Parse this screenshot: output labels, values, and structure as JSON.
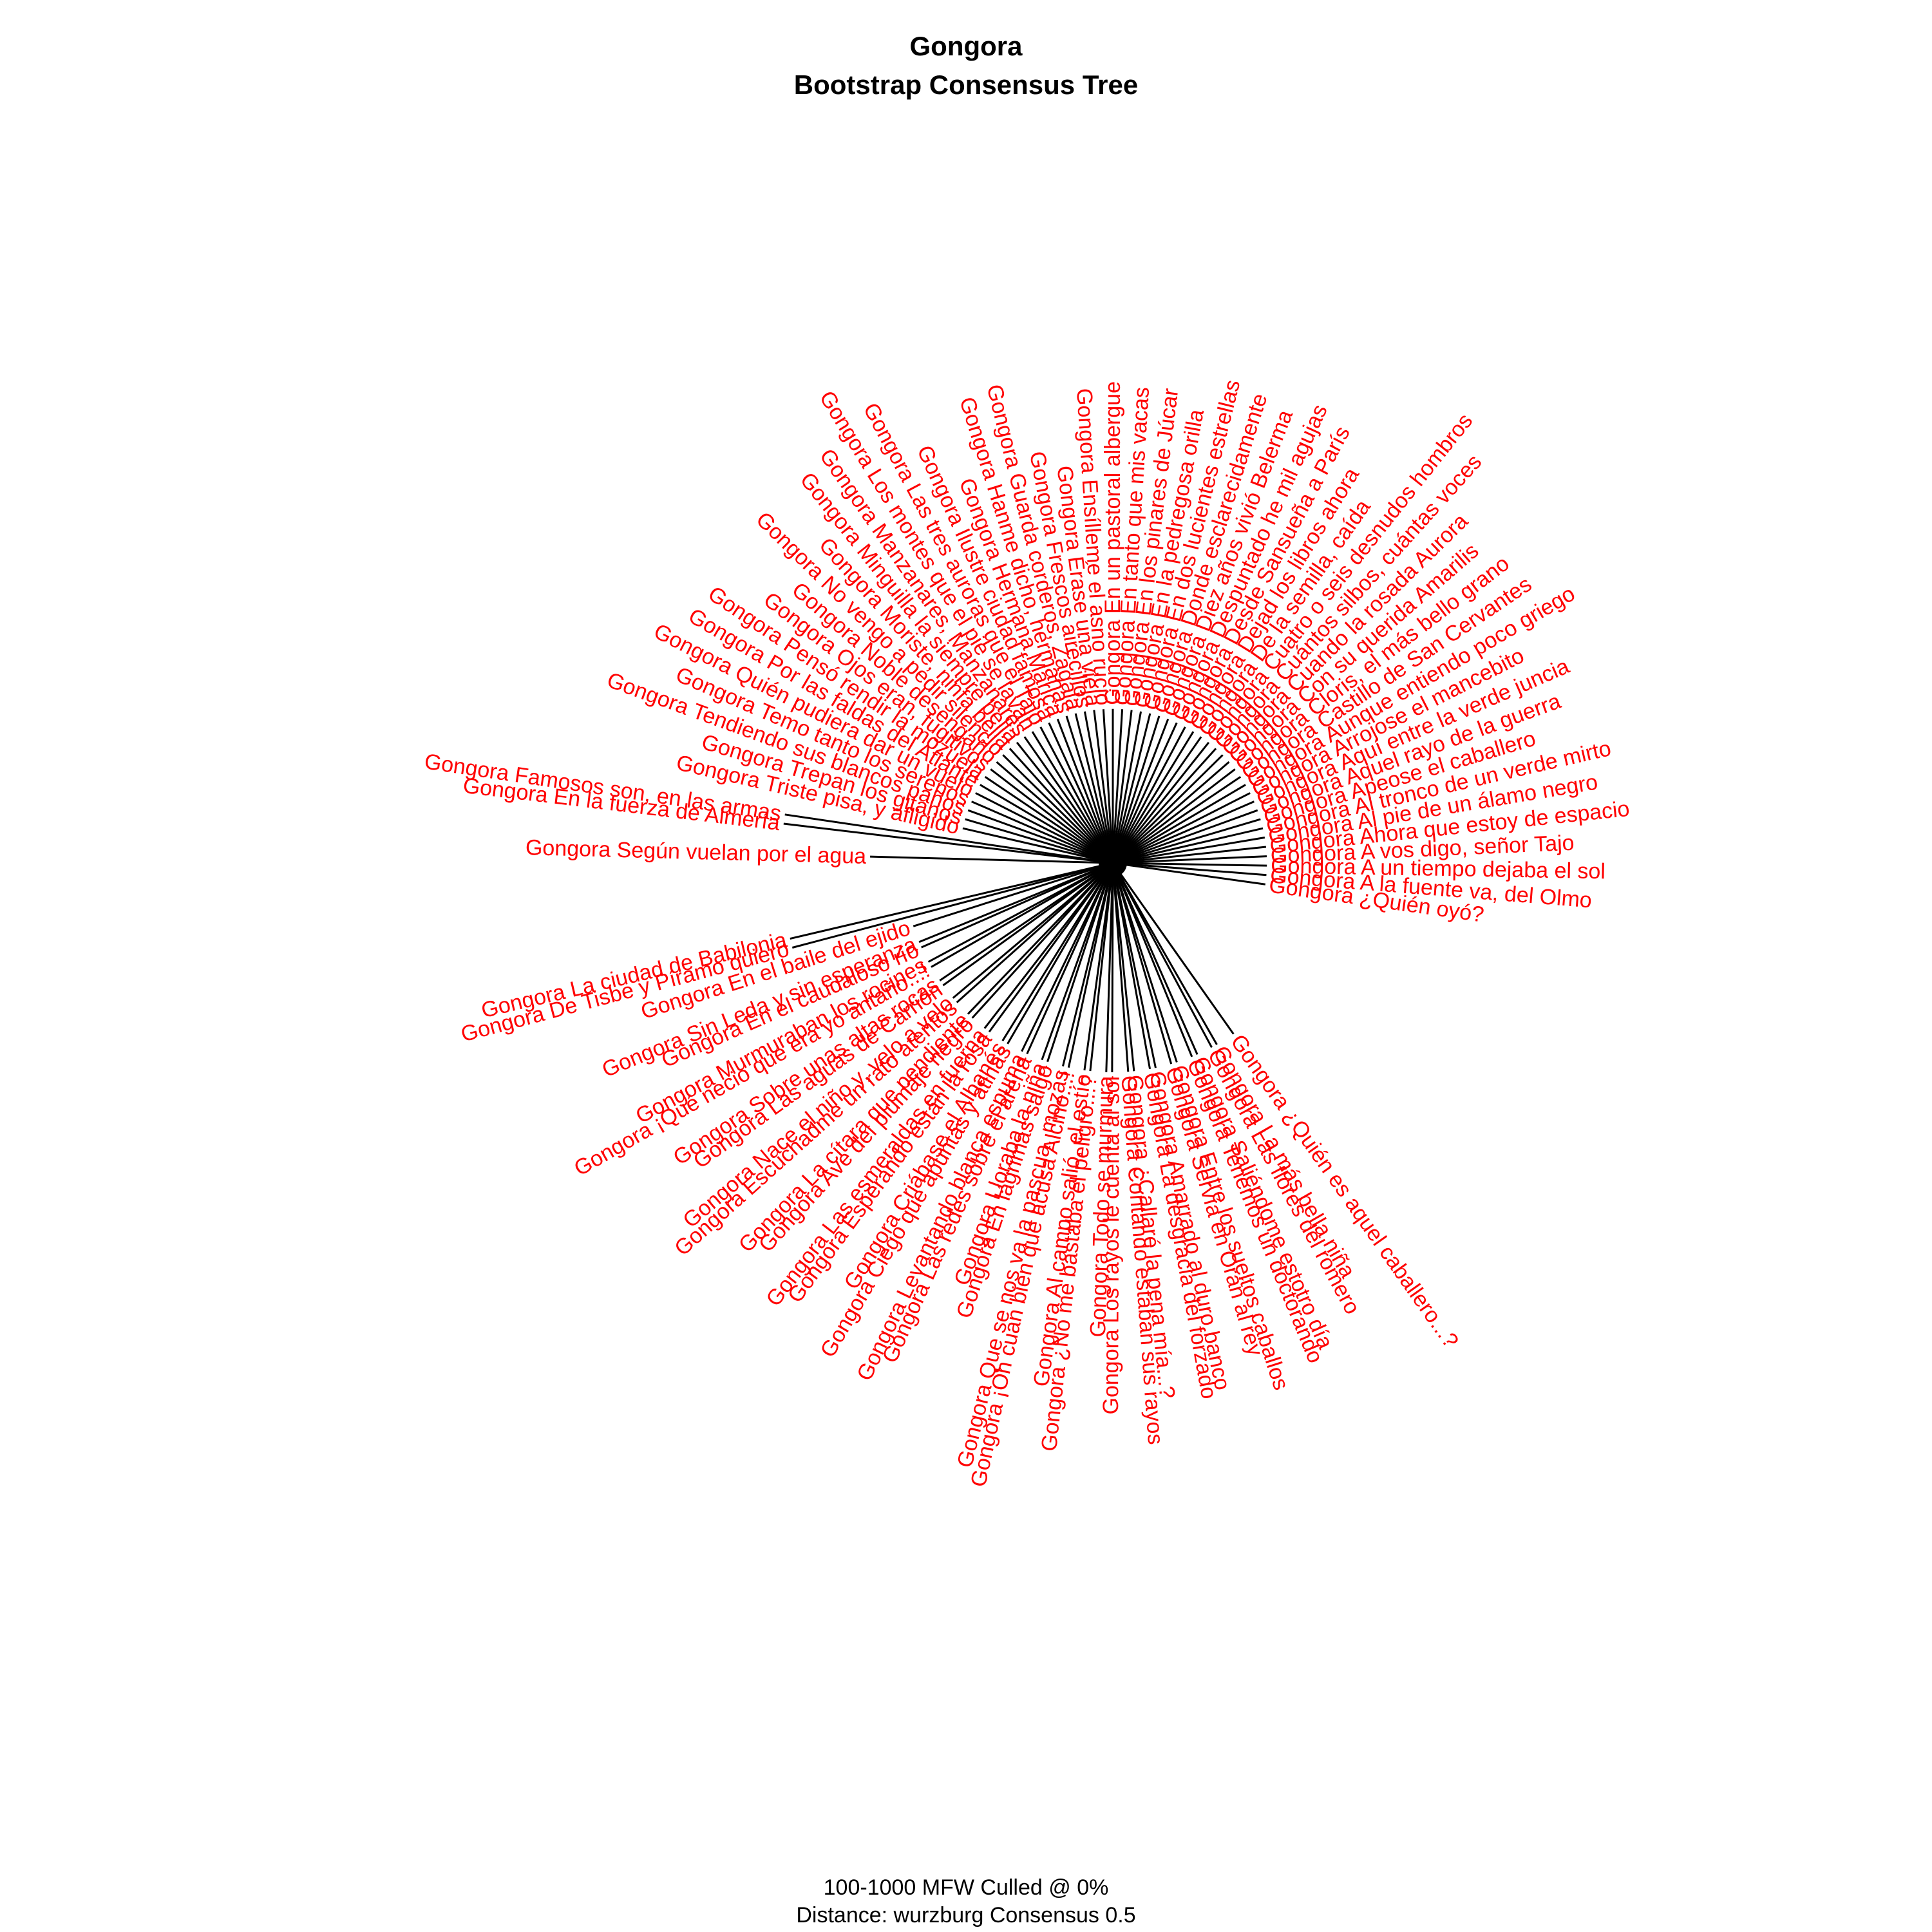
{
  "title": [
    "Gongora",
    "Bootstrap Consensus Tree"
  ],
  "footer": [
    "100-1000 MFW  Culled @ 0%",
    "Distance: wurzburg Consensus 0.5"
  ],
  "colors": {
    "edges": "#000000",
    "labels": "#ff0000",
    "text": "#000000"
  },
  "leaves": [
    {
      "label": "Gongora ¿Quién oyó?",
      "angle": -8,
      "len": 0.92
    },
    {
      "label": "Gongora A la fuente va, del Olmo",
      "angle": -4.5,
      "len": 0.92
    },
    {
      "label": "Gongora A un tiempo dejaba el sol",
      "angle": -1,
      "len": 0.92
    },
    {
      "label": "Gongora A vos digo, señor Tajo",
      "angle": 2.5,
      "len": 0.92
    },
    {
      "label": "Gongora Ahora que estoy de espacio",
      "angle": 6,
      "len": 0.92
    },
    {
      "label": "Gongora Al pie de un álamo negro",
      "angle": 9.5,
      "len": 0.92
    },
    {
      "label": "Gongora Al tronco de un verde mirto",
      "angle": 13,
      "len": 0.92
    },
    {
      "label": "Gongora Apeose el caballero",
      "angle": 16.5,
      "len": 0.92
    },
    {
      "label": "Gongora Aquel rayo de la guerra",
      "angle": 20,
      "len": 0.92
    },
    {
      "label": "Gongora Aquí entre la verde juncia",
      "angle": 23.5,
      "len": 0.92
    },
    {
      "label": "Gongora Arrojose el mancebito",
      "angle": 27,
      "len": 0.92
    },
    {
      "label": "Gongora Aunque entiendo poco griego",
      "angle": 30.5,
      "len": 0.92
    },
    {
      "label": "Gongora Castillo de San Cervantes",
      "angle": 34,
      "len": 0.92
    },
    {
      "label": "Gongora Cloris, el más bello grano",
      "angle": 37.5,
      "len": 0.92
    },
    {
      "label": "Gongora Con su querida Amarilis",
      "angle": 41,
      "len": 0.92
    },
    {
      "label": "Gongora Cuando la rosada Aurora",
      "angle": 44.5,
      "len": 0.92
    },
    {
      "label": "Gongora Cuántos silbos, cuántas voces",
      "angle": 48,
      "len": 0.92
    },
    {
      "label": "Gongora Cuatro o seis desnudos hombros",
      "angle": 51.5,
      "len": 0.92
    },
    {
      "label": "Gongora De la semilla, caída",
      "angle": 55,
      "len": 0.92
    },
    {
      "label": "Gongora Dejad los libros ahora",
      "angle": 58.5,
      "len": 0.92
    },
    {
      "label": "Gongora Desde Sansueña a París",
      "angle": 62,
      "len": 0.92
    },
    {
      "label": "Gongora Despuntado he mil agujas",
      "angle": 65.5,
      "len": 0.92
    },
    {
      "label": "Gongora Diez años vivió Belerma",
      "angle": 69,
      "len": 0.92
    },
    {
      "label": "Gongora Donde esclarecidamente",
      "angle": 72.5,
      "len": 0.92
    },
    {
      "label": "Gongora En dos lucientes estrellas",
      "angle": 76,
      "len": 0.92
    },
    {
      "label": "Gongora En la pedregosa orilla",
      "angle": 79.5,
      "len": 0.92
    },
    {
      "label": "Gongora En los pinares de Júcar",
      "angle": 83,
      "len": 0.92
    },
    {
      "label": "Gongora En tanto que mis vacas",
      "angle": 86.5,
      "len": 0.92
    },
    {
      "label": "Gongora En un pastoral albergue",
      "angle": 90,
      "len": 0.92
    },
    {
      "label": "Gongora Ensílleme el asno rucio",
      "angle": 93.5,
      "len": 0.92
    },
    {
      "label": "Gongora Érase una vieja",
      "angle": 97,
      "len": 0.92
    },
    {
      "label": "Gongora Frescos airecillos",
      "angle": 100.5,
      "len": 0.92
    },
    {
      "label": "Gongora Guarda corderos, Zagala",
      "angle": 104,
      "len": 0.92
    },
    {
      "label": "Gongora Hanme dicho, hermanas",
      "angle": 107.5,
      "len": 0.92
    },
    {
      "label": "Gongora Hermana Marica",
      "angle": 111,
      "len": 0.92
    },
    {
      "label": "Gongora Ilustre ciudad famosa",
      "angle": 114.5,
      "len": 0.92
    },
    {
      "label": "Gongora Las tres auroras que el Tajo",
      "angle": 118,
      "len": 0.92
    },
    {
      "label": "Gongora Los montes que el pie se lavan",
      "angle": 121.5,
      "len": 0.92
    },
    {
      "label": "Gongora Manzanares, Manzanares",
      "angle": 125,
      "len": 0.92
    },
    {
      "label": "Gongora Minguilla la siempre bella",
      "angle": 128.5,
      "len": 0.92
    },
    {
      "label": "Gongora Moriste, ninfa bella",
      "angle": 132,
      "len": 0.92
    },
    {
      "label": "Gongora No vengo a pedir silencio",
      "angle": 135.5,
      "len": 0.92
    },
    {
      "label": "Gongora Noble desengaño",
      "angle": 139,
      "len": 0.92
    },
    {
      "label": "Gongora Ojos eran, fugitivos",
      "angle": 142.5,
      "len": 0.92
    },
    {
      "label": "Gongora Pensó rendir la mozuela",
      "angle": 146,
      "len": 0.92
    },
    {
      "label": "Gongora Por las faldas del Atlante",
      "angle": 149.5,
      "len": 0.92
    },
    {
      "label": "Gongora Quién pudiera dar un vuelo",
      "angle": 153,
      "len": 0.92
    },
    {
      "label": "Gongora Temo tanto los serenos",
      "angle": 156.5,
      "len": 0.92
    },
    {
      "label": "Gongora Tendiendo sus blancos paños",
      "angle": 160,
      "len": 0.92
    },
    {
      "label": "Gongora Trepan los gitanos",
      "angle": 163.5,
      "len": 0.92
    },
    {
      "label": "Gongora Triste pisa, y afligido",
      "angle": 167,
      "len": 0.92
    },
    {
      "label": "Gongora En la fuerza de Almería",
      "angle": 173.2,
      "len": 1.98
    },
    {
      "label": "Gongora Famosos son, en las armas",
      "angle": 171.6,
      "len": 1.98
    },
    {
      "label": "Gongora Según vuelan por el agua",
      "angle": 178.5,
      "len": 1.45
    },
    {
      "label": "Gongora De Tisbe y Píramo quiero",
      "angle": 194.8,
      "len": 1.98
    },
    {
      "label": "Gongora La ciudad de Babilonia",
      "angle": 193.2,
      "len": 1.98
    },
    {
      "label": "Gongora En el baile del ejido",
      "angle": 197.6,
      "len": 1.25
    },
    {
      "label": "Gongora En el caudaloso río",
      "angle": 203.8,
      "len": 1.25
    },
    {
      "label": "Gongora Sin Leda y sin esperanza",
      "angle": 202.2,
      "len": 1.25
    },
    {
      "label": "Gongora ¡Qué necio que era yo antaño...!",
      "angle": 209.8,
      "len": 1.25
    },
    {
      "label": "Gongora Murmuraban los rocines",
      "angle": 208.2,
      "len": 1.25
    },
    {
      "label": "Gongora Las aguas de Carrión",
      "angle": 215.8,
      "len": 1.25
    },
    {
      "label": "Gongora Sobre unas altas rocas",
      "angle": 214.2,
      "len": 1.25
    },
    {
      "label": "Gongora Escuchadme un rato atentos",
      "angle": 221.8,
      "len": 1.25
    },
    {
      "label": "Gongora Nace el niño y, velo a velo",
      "angle": 220.2,
      "len": 1.25
    },
    {
      "label": "Gongora Ave del plumaje negro",
      "angle": 227.8,
      "len": 1.25
    },
    {
      "label": "Gongora La cítara que pendiente",
      "angle": 226.2,
      "len": 1.25
    },
    {
      "label": "Gongora Esperando están la rosa",
      "angle": 233.8,
      "len": 1.25
    },
    {
      "label": "Gongora Las esmeraldas en fuerna",
      "angle": 232.2,
      "len": 1.25
    },
    {
      "label": "Gongora Ciego que apuntas y atinas",
      "angle": 239.8,
      "len": 1.25
    },
    {
      "label": "Gongora Criábase el Albanés",
      "angle": 238.2,
      "len": 1.25
    },
    {
      "label": "Gongora Las redes sobre el arena",
      "angle": 245.8,
      "len": 1.25
    },
    {
      "label": "Gongora Levantando blanca espuma",
      "angle": 244.2,
      "len": 1.25
    },
    {
      "label": "Gongora En lágrimas salgo",
      "angle": 251.8,
      "len": 1.25
    },
    {
      "label": "Gongora Lloraba la niña",
      "angle": 250.2,
      "len": 1.25
    },
    {
      "label": "Gongora ¡Oh cuan bien que acusa Alcino...!",
      "angle": 257.8,
      "len": 1.25
    },
    {
      "label": "Gongora Que se nos va la pascua, mozas",
      "angle": 256.2,
      "len": 1.25
    },
    {
      "label": "Gongora ¿No me bastaba el peligro...?",
      "angle": 263.8,
      "len": 1.25
    },
    {
      "label": "Gongora Al campo salió, el estío",
      "angle": 262.2,
      "len": 1.25
    },
    {
      "label": "Gongora Los rayos le cuenta al sol",
      "angle": 269.8,
      "len": 1.25
    },
    {
      "label": "Gongora Todo se murmura",
      "angle": 268.2,
      "len": 1.25
    },
    {
      "label": "Gongora ¿Callaré la pena mía...?",
      "angle": 275.8,
      "len": 1.25
    },
    {
      "label": "Gongora Contando estaban sus rayos",
      "angle": 274.2,
      "len": 1.25
    },
    {
      "label": "Gongora Amarrado al duro banco",
      "angle": 281.8,
      "len": 1.25
    },
    {
      "label": "Gongora La desgracia del forzado",
      "angle": 280.2,
      "len": 1.25
    },
    {
      "label": "Gongora Entre los sueltos caballos",
      "angle": 287.8,
      "len": 1.25
    },
    {
      "label": "Gongora Servía en Orán al rey",
      "angle": 286.2,
      "len": 1.25
    },
    {
      "label": "Gongora Saliéndome estotro día",
      "angle": 293.8,
      "len": 1.25
    },
    {
      "label": "Gongora Tenemos un doctorando",
      "angle": 292.2,
      "len": 1.25
    },
    {
      "label": "Gongora La más bella niña",
      "angle": 299.8,
      "len": 1.25
    },
    {
      "label": "Gongora Las flores del romero",
      "angle": 298.2,
      "len": 1.25
    },
    {
      "label": "Gongora ¿Quién es aquel caballero...?",
      "angle": 305.2,
      "len": 1.25
    }
  ]
}
